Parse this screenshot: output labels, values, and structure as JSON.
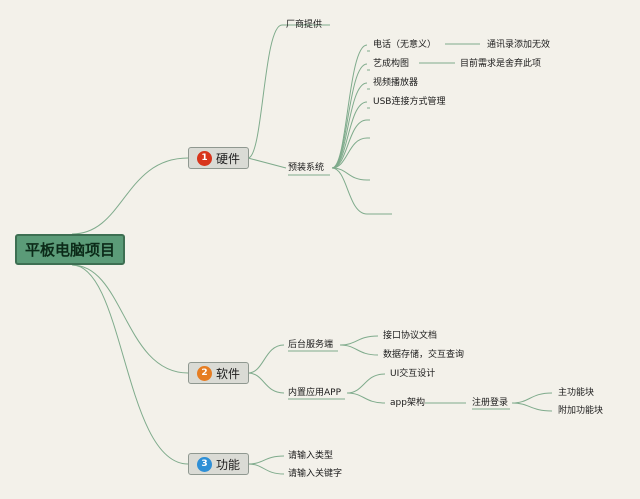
{
  "root": {
    "label": "平板电脑项目"
  },
  "colors": {
    "line": "#7fab8c",
    "badge_hardware": "#d8351c",
    "badge_software": "#e67d22",
    "badge_function": "#2e8fd6"
  },
  "branches": {
    "hardware": {
      "number": "1",
      "label": "硬件",
      "vendor": "厂商提供",
      "preinstalled": "预装系统",
      "items": [
        "电话（无意义）",
        "艺成构图",
        "视频播放器",
        "USB连接方式管理"
      ],
      "notes": [
        "通讯录添加无效",
        "目前需求是舍弃此项"
      ]
    },
    "software": {
      "number": "2",
      "label": "软件",
      "backend": "后台服务端",
      "backend_items": [
        "接口协议文档",
        "数据存储，交互查询"
      ],
      "inner_app": "内置应用APP",
      "ui": "UI交互设计",
      "arch": "app架构",
      "register": "注册登录",
      "modules": [
        "主功能块",
        "附加功能块"
      ]
    },
    "function": {
      "number": "3",
      "label": "功能",
      "items": [
        "请输入类型",
        "请输入关键字"
      ]
    }
  }
}
